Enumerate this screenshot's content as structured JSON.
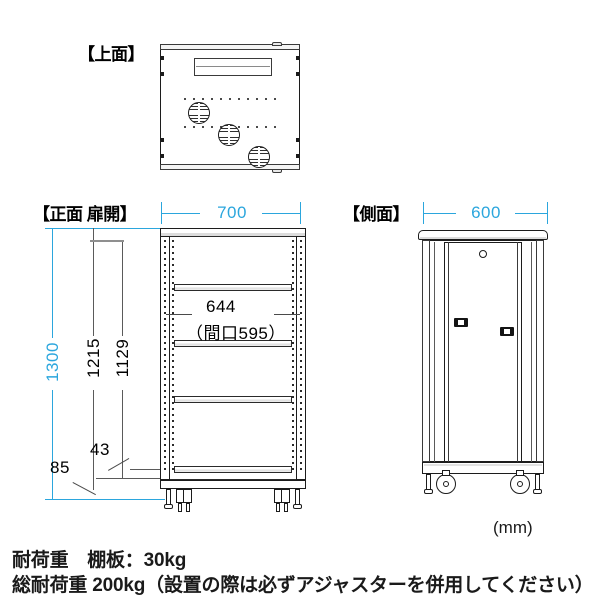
{
  "views": {
    "top": {
      "label": "【上面】",
      "fan_count": 3,
      "slot_name": "cable-entry-slot"
    },
    "front": {
      "label": "【正面 扉開】",
      "width_dim": "700",
      "height_dim": "1300",
      "inner_height_dim": "1215",
      "rail_height_dim": "1129",
      "base_dim": "85",
      "offset_dim": "43",
      "inner_width_dim": "644",
      "opening_dim": "（間口595）",
      "shelf_count": 4
    },
    "side": {
      "label": "【側面】",
      "depth_dim": "600",
      "latch_count": 2
    }
  },
  "unit_note": "(mm)",
  "specs": {
    "line1": "耐荷重　棚板：30kg",
    "line2": "総耐荷重 200kg（設置の際は必ずアジャスターを併用してください）"
  },
  "colors": {
    "dimension_accent": "#2ba6dd",
    "dimension_black": "#5a5a5a",
    "outline": "#1c1c1c",
    "text": "#1a1a1a"
  }
}
